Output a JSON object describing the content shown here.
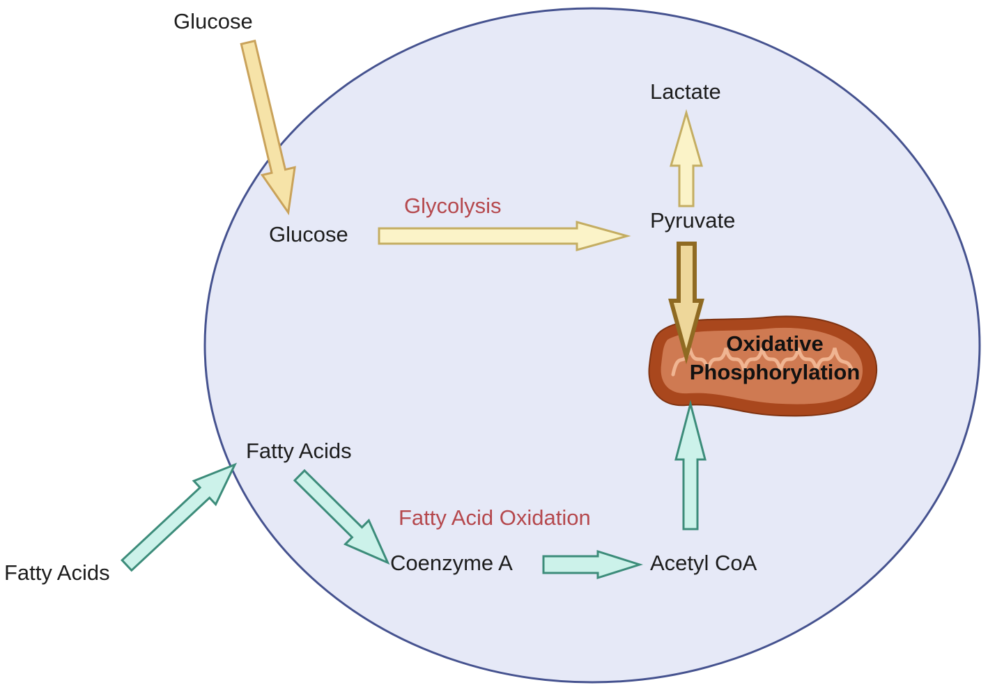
{
  "labels": {
    "glucose_outside": "Glucose",
    "glucose_inside": "Glucose",
    "lactate": "Lactate",
    "pyruvate": "Pyruvate",
    "fatty_acids_inside": "Fatty Acids",
    "fatty_acids_outside": "Fatty Acids",
    "coenzyme_a": "Coenzyme A",
    "acetyl_coa": "Acetyl CoA"
  },
  "processes": {
    "glycolysis": "Glycolysis",
    "fatty_acid_oxidation": "Fatty Acid Oxidation"
  },
  "mitochondrion": {
    "line1": "Oxidative",
    "line2": "Phosphorylation"
  },
  "colors": {
    "cell_fill": "#e6e9f7",
    "cell_stroke": "#45528f",
    "glucose_arrow_fill": "#f6e3a8",
    "glucose_arrow_stroke": "#c9a25a",
    "glycolysis_arrow_fill": "#fbf3c8",
    "glycolysis_arrow_stroke": "#c4ad62",
    "pyruvate_to_mito_fill": "#eed79a",
    "pyruvate_to_mito_stroke": "#8f6a22",
    "fatty_arrow_fill": "#ccf2ea",
    "fatty_arrow_stroke": "#3c8c7a",
    "process_text": "#b5484d",
    "mito_outer": "#a9471d",
    "mito_inner": "#cf7a52"
  }
}
